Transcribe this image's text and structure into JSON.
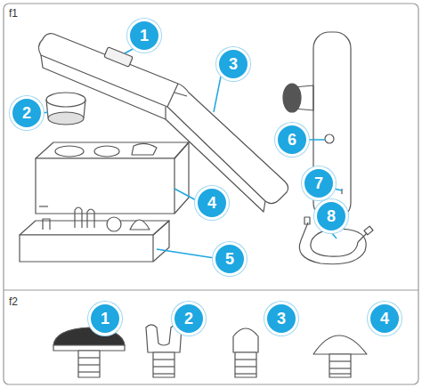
{
  "diagram": {
    "labels": [
      "f1",
      "1",
      "2",
      "3",
      "4",
      "5",
      "6",
      "7",
      "8",
      "f2",
      "1",
      "2",
      "3",
      "4"
    ]
  }
}
